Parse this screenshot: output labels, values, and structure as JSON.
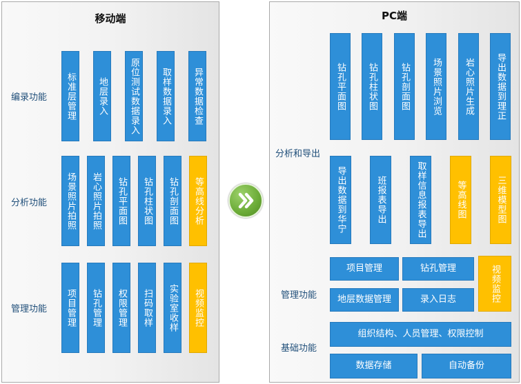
{
  "mobile": {
    "title": "移动端",
    "sections": {
      "record": {
        "label": "编录功能",
        "items": [
          "标准层管理",
          "地层录入",
          "原位测试数据录入",
          "取样数据录入",
          "异常数据检查"
        ]
      },
      "analysis": {
        "label": "分析功能",
        "items": [
          "场景照片拍照",
          "岩心照片拍照",
          "钻孔平面图",
          "钻孔柱状图",
          "钻孔剖面图",
          "等高线分析"
        ]
      },
      "manage": {
        "label": "管理功能",
        "items": [
          "项目管理",
          "钻孔管理",
          "权限管理",
          "扫码取样",
          "实验室收样",
          "视频监控"
        ]
      }
    }
  },
  "pc": {
    "title": "PC端",
    "sections": {
      "analysis_export": {
        "label": "分析和导出",
        "row1": [
          "钻孔平面图",
          "钻孔柱状图",
          "钻孔剖面图",
          "场景照片浏览",
          "岩心照片生成",
          "导出数据到理正"
        ],
        "row2": [
          "导出数据到华宁",
          "班报表导出",
          "取样信息报表导出",
          "等高线图",
          "三维模型图"
        ]
      },
      "manage": {
        "label": "管理功能",
        "items": [
          "项目管理",
          "钻孔管理",
          "视频监控",
          "地层数据管理",
          "录入日志"
        ]
      },
      "basic": {
        "label": "基础功能",
        "items": [
          "组织结构、人员管理、权限控制",
          "数据存储",
          "自动备份"
        ]
      }
    }
  },
  "colors": {
    "blue": "#2e8fd8",
    "orange": "#ffc000",
    "arrow": "#6bab37"
  },
  "icons": {
    "transition": "double-chevron-right-icon"
  }
}
